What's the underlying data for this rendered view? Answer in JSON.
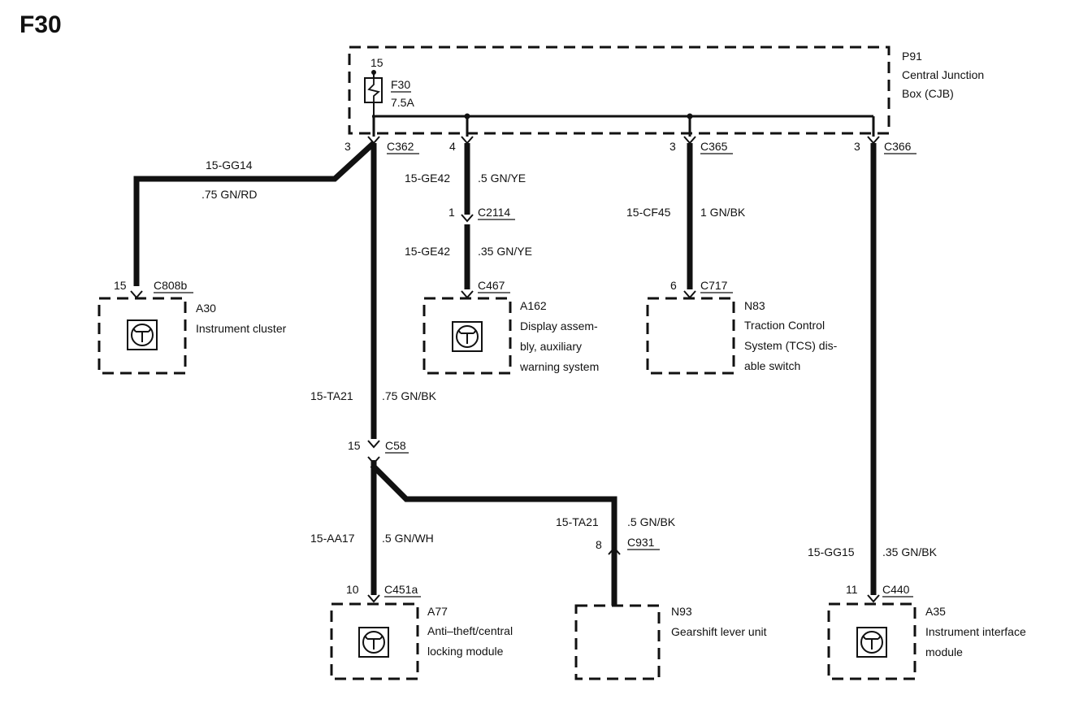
{
  "title": "F30",
  "cjb": {
    "pin": "15",
    "fuse_id": "F30",
    "fuse_rating": "7.5A",
    "id": "P91",
    "name_line1": "Central Junction",
    "name_line2": "Box (CJB)"
  },
  "connectors": {
    "c362": {
      "name": "C362",
      "pin": "3"
    },
    "c_4": {
      "pin": "4"
    },
    "c365": {
      "name": "C365",
      "pin": "3"
    },
    "c366": {
      "name": "C366",
      "pin": "3"
    },
    "c2114": {
      "name": "C2114",
      "pin": "1"
    },
    "c467": {
      "name": "C467"
    },
    "c717": {
      "name": "C717",
      "pin": "6"
    },
    "c808b": {
      "name": "C808b",
      "pin": "15"
    },
    "c58": {
      "name": "C58",
      "pin": "15"
    },
    "c451a": {
      "name": "C451a",
      "pin": "10"
    },
    "c931": {
      "name": "C931",
      "pin": "8"
    },
    "c440": {
      "name": "C440",
      "pin": "11"
    }
  },
  "wires": {
    "gg14": {
      "circuit": "15-GG14",
      "spec": ".75  GN/RD"
    },
    "ge42_top": {
      "circuit": "15-GE42",
      "spec": ".5 GN/YE"
    },
    "ge42_bottom": {
      "circuit": "15-GE42",
      "spec": ".35 GN/YE"
    },
    "cf45": {
      "circuit": "15-CF45",
      "spec": "1 GN/BK"
    },
    "ta21_main": {
      "circuit": "15-TA21",
      "spec": ".75 GN/BK"
    },
    "aa17": {
      "circuit": "15-AA17",
      "spec": ".5 GN/WH"
    },
    "ta21_branch": {
      "circuit": "15-TA21",
      "spec": ".5 GN/BK"
    },
    "gg15": {
      "circuit": "15-GG15",
      "spec": ".35 GN/BK"
    }
  },
  "components": {
    "a30": {
      "id": "A30",
      "line1": "Instrument cluster"
    },
    "a162": {
      "id": "A162",
      "line1": "Display assem-",
      "line2": "bly, auxiliary",
      "line3": "warning system"
    },
    "n83": {
      "id": "N83",
      "line1": "Traction Control",
      "line2": "System (TCS) dis-",
      "line3": "able switch"
    },
    "a77": {
      "id": "A77",
      "line1": "Anti–theft/central",
      "line2": "locking module"
    },
    "n93": {
      "id": "N93",
      "line1": "Gearshift lever unit"
    },
    "a35": {
      "id": "A35",
      "line1": "Instrument interface",
      "line2": "module"
    }
  }
}
